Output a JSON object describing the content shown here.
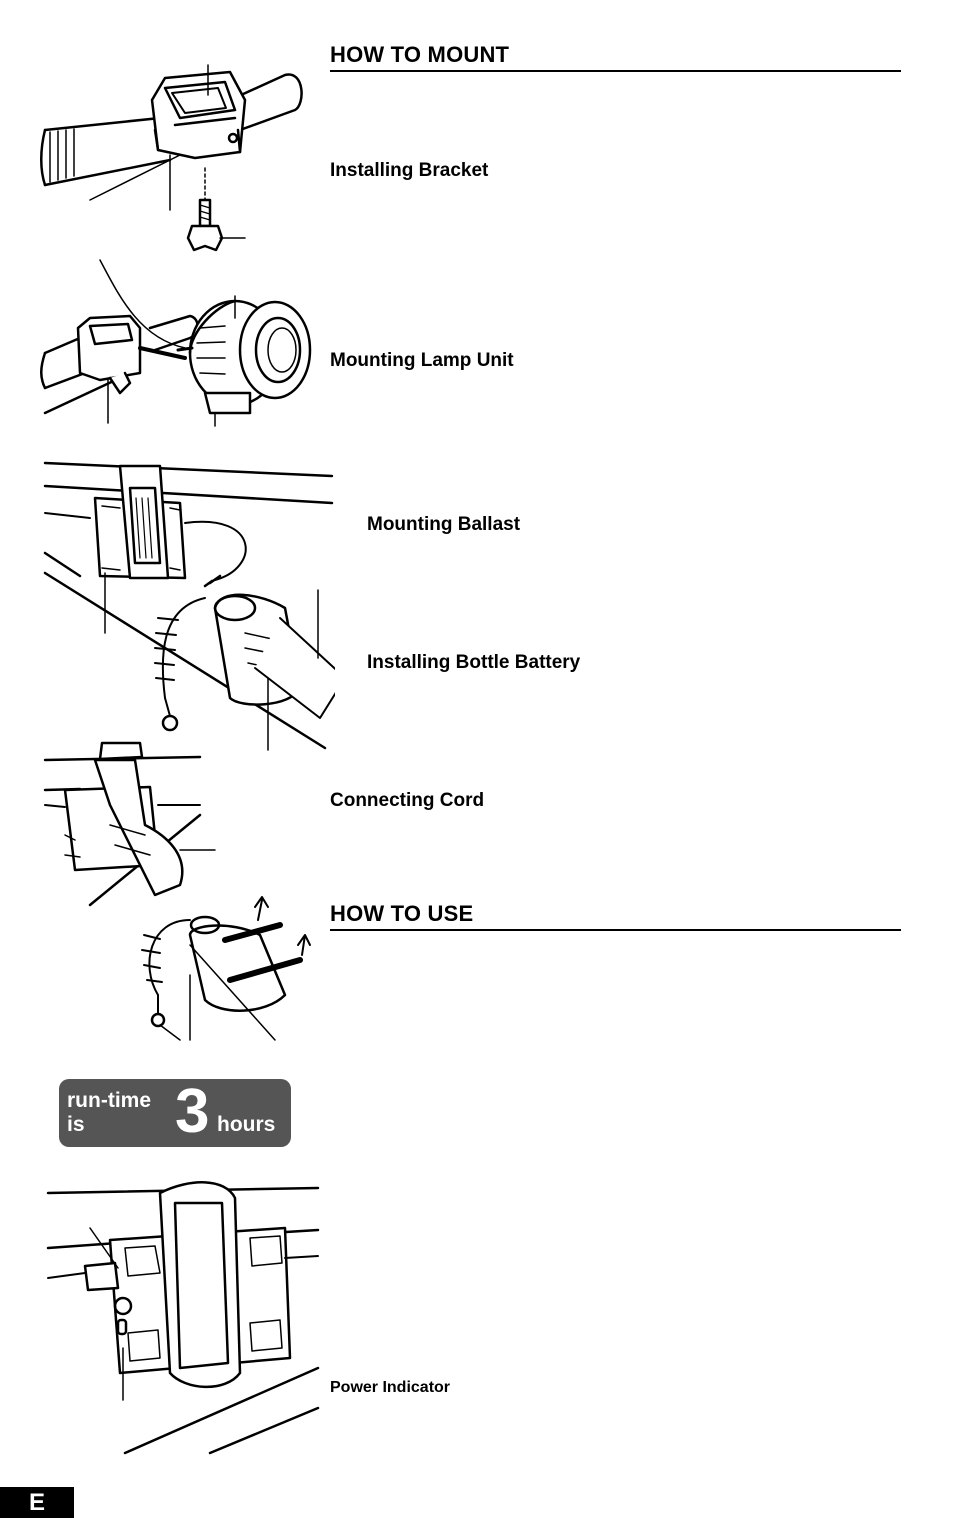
{
  "sections": {
    "mount": {
      "title": "HOW TO MOUNT"
    },
    "use": {
      "title": "HOW TO USE"
    }
  },
  "steps": {
    "bracket": "Installing Bracket",
    "lamp": "Mounting Lamp Unit",
    "ballast": "Mounting Ballast",
    "battery": "Installing Bottle Battery",
    "cord": "Connecting Cord",
    "indicator": "Power Indicator"
  },
  "runtime_badge": {
    "line1": "run-time",
    "line2": "is",
    "number": "3",
    "unit": "hours",
    "color": "#555555"
  },
  "page_tab": {
    "label": "E"
  }
}
